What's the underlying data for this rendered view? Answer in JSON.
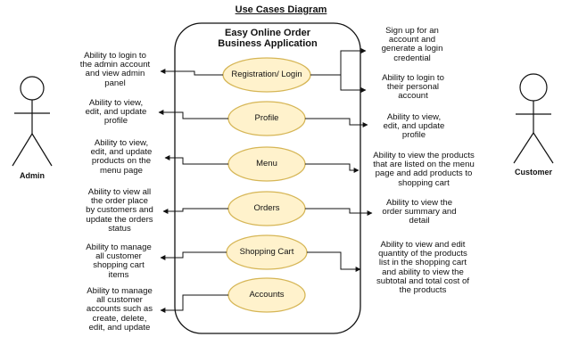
{
  "diagram": {
    "title": "Use Cases Diagram",
    "boundary_title_line1": "Easy Online Order",
    "boundary_title_line2": "Business Application",
    "colors": {
      "usecase_fill": "#fff2cc",
      "usecase_stroke": "#d6b656",
      "line": "#111111"
    }
  },
  "actors": {
    "admin": "Admin",
    "customer": "Customer"
  },
  "use_cases": {
    "registration": "Registration/ Login",
    "profile": "Profile",
    "menu": "Menu",
    "orders": "Orders",
    "shopping_cart": "Shopping Cart",
    "accounts": "Accounts"
  },
  "admin_notes": {
    "registration": [
      "Ability to login to",
      "the admin account",
      "and view admin",
      "panel"
    ],
    "profile": [
      "Ability to view,",
      "edit, and update",
      "profile"
    ],
    "menu": [
      "Ability to view,",
      "edit, and update",
      "products on the",
      "menu page"
    ],
    "orders": [
      "Ability to view all",
      "the order place",
      "by customers and",
      "update the orders",
      "status"
    ],
    "shopping_cart": [
      "Ability to manage",
      "all customer",
      "shopping cart",
      "items"
    ],
    "accounts": [
      "Ability to manage",
      "all customer",
      "accounts such as",
      "create, delete,",
      "edit, and update"
    ]
  },
  "customer_notes": {
    "signup": [
      "Sign up for an",
      "account and",
      "generate a login",
      "credential"
    ],
    "login": [
      "Ability to login to",
      "their personal",
      "account"
    ],
    "profile": [
      "Ability to view,",
      "edit, and update",
      "profile"
    ],
    "menu": [
      "Ability to view the products",
      "that are listed on the menu",
      "page and add products to",
      "shopping cart"
    ],
    "orders": [
      "Ability to view the",
      "order summary and",
      "detail"
    ],
    "shopping_cart": [
      "Ability to view and edit",
      "quantity of the products",
      "list in the shopping cart",
      "and ability to view the",
      "subtotal and total cost of",
      "the products"
    ]
  }
}
